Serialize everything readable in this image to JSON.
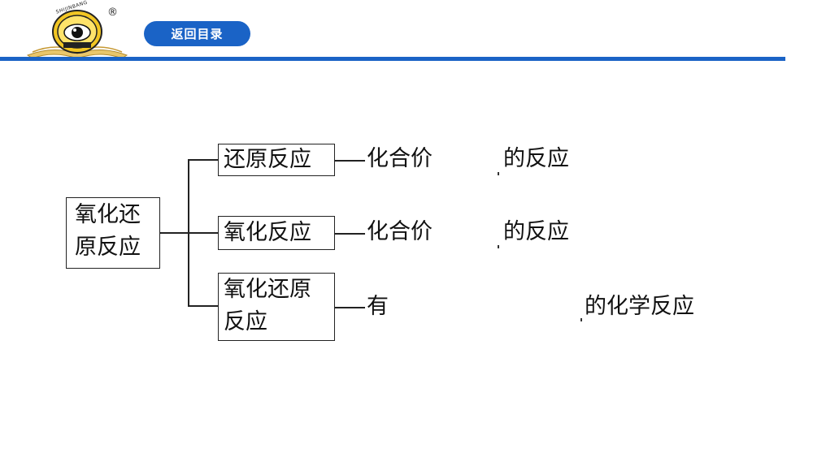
{
  "header": {
    "logo_text": "SHIJINBANG",
    "logo_mark": "®",
    "return_label": "返回目录",
    "accent_color": "#1a63c6"
  },
  "diagram": {
    "root": {
      "line1": "氧化还",
      "line2": "原反应"
    },
    "branches": [
      {
        "box_text": "还原反应",
        "desc_prefix": "化合价",
        "desc_suffix": "的反应"
      },
      {
        "box_text": "氧化反应",
        "desc_prefix": "化合价",
        "desc_suffix": "的反应"
      },
      {
        "box_line1": "氧化还原",
        "box_line2": "反应",
        "desc_prefix": "有",
        "desc_suffix": "的化学反应"
      }
    ]
  }
}
